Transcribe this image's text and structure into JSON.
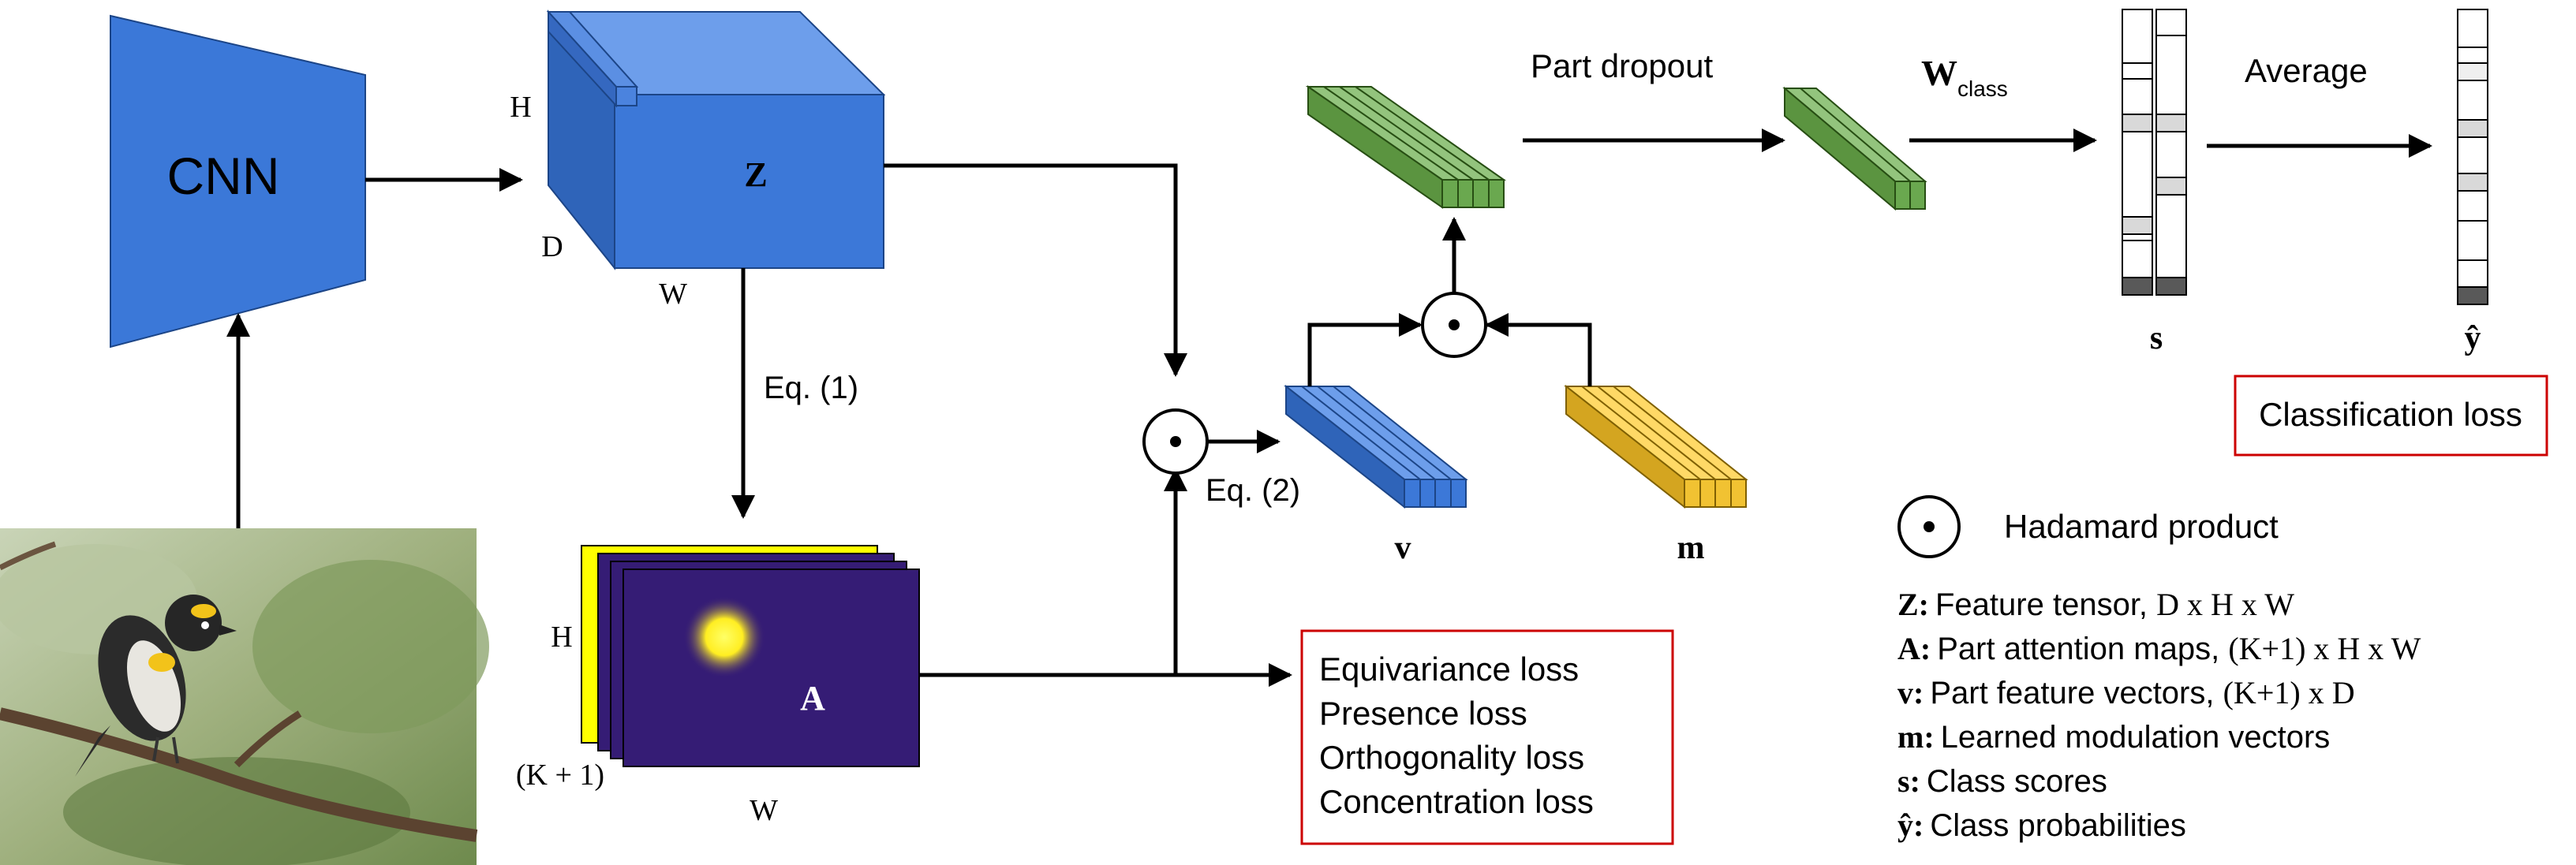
{
  "labels": {
    "cnn": "CNN",
    "z": "Z",
    "z_h": "H",
    "z_d": "D",
    "z_w": "W",
    "eq1": "Eq. (1)",
    "eq2": "Eq. (2)",
    "a": "A",
    "a_h": "H",
    "a_k": "(K + 1)",
    "a_w": "W",
    "v": "v",
    "m": "m",
    "part_dropout": "Part dropout",
    "w_class_main": "W",
    "w_class_sub": "class",
    "average": "Average",
    "s": "s",
    "y_hat": "ŷ"
  },
  "losses": {
    "aux": [
      "Equivariance loss",
      "Presence loss",
      "Orthogonality loss",
      "Concentration loss"
    ],
    "classification": "Classification loss"
  },
  "legend": {
    "hadamard_label": "Hadamard product",
    "items": [
      {
        "sym": "Z:",
        "text": "Feature tensor, ",
        "dims": "D x H x W"
      },
      {
        "sym": "A:",
        "text": "Part attention maps, ",
        "dims": "(K+1) x H x W"
      },
      {
        "sym": "v:",
        "text": "Part feature vectors, ",
        "dims": "(K+1) x D"
      },
      {
        "sym": "m:",
        "text": "Learned modulation vectors",
        "dims": ""
      },
      {
        "sym": "s:",
        "text": "Class scores",
        "dims": ""
      },
      {
        "sym": "ŷ:",
        "text": "Class probabilities",
        "dims": ""
      }
    ]
  },
  "colors": {
    "cnn_blue": "#3b78d8",
    "z_front": "#3c78d8",
    "z_top": "#5a8fe0",
    "z_side": "#2d5fb0",
    "attn_bg": "#351c75",
    "attn_glow": "#ffff00",
    "green": "#6aa84f",
    "green_top": "#8cc46f",
    "blue_vec": "#3c78d8",
    "yellow_vec": "#f1c232",
    "loss_border": "#cc0000"
  }
}
